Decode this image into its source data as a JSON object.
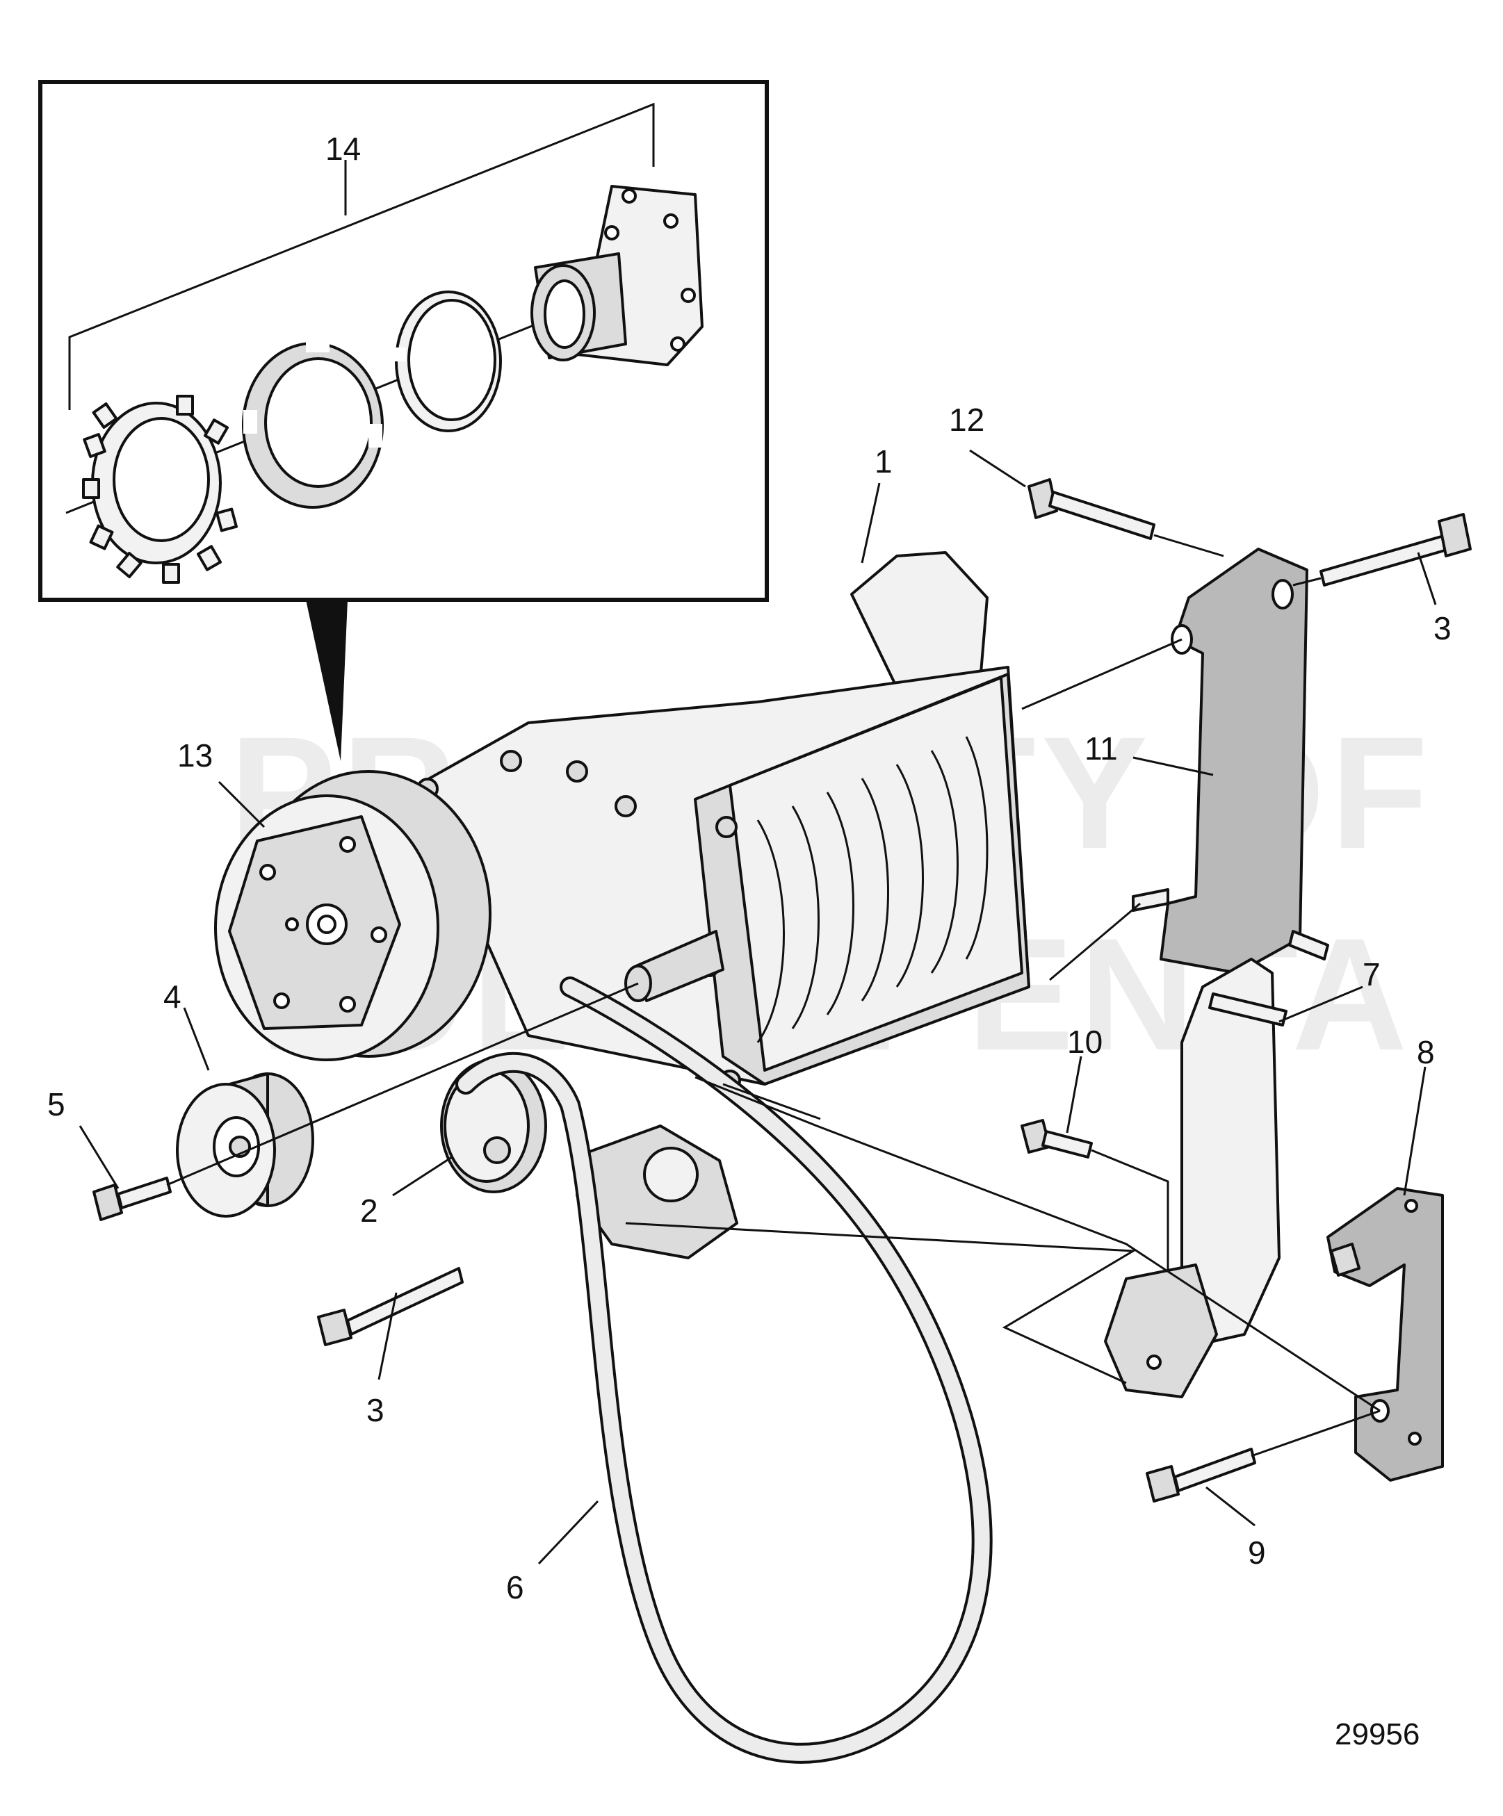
{
  "watermark": {
    "line1": "PROPERTY OF",
    "line2": "VOLVO PENTA"
  },
  "drawing_number": "29956",
  "callouts": {
    "c1": "1",
    "c2": "2",
    "c3a": "3",
    "c3b": "3",
    "c4": "4",
    "c5": "5",
    "c6": "6",
    "c7": "7",
    "c8": "8",
    "c9": "9",
    "c10": "10",
    "c11": "11",
    "c12": "12",
    "c13": "13",
    "c14": "14"
  },
  "colors": {
    "line": "#111111",
    "shade_light": "#f2f2f2",
    "shade_mid": "#dcdcdc",
    "shade_dark": "#b9b9b9"
  }
}
